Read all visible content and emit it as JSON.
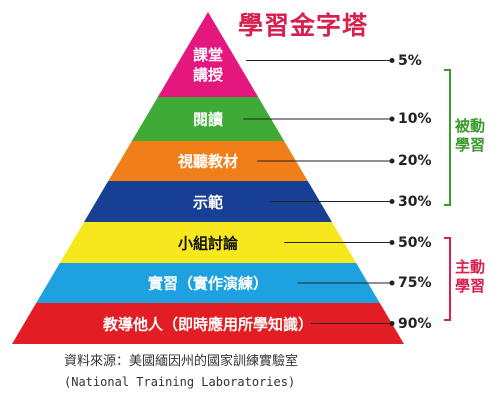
{
  "title": "學習金字塔",
  "layers": [
    {
      "label_lines": [
        "課堂",
        "講授"
      ],
      "percent": "5%",
      "color": "#e4177e",
      "text_style": "light"
    },
    {
      "label_lines": [
        "閱讀"
      ],
      "percent": "10%",
      "color": "#3faa35",
      "text_style": "light"
    },
    {
      "label_lines": [
        "視聽教材"
      ],
      "percent": "20%",
      "color": "#f07f1a",
      "text_style": "light"
    },
    {
      "label_lines": [
        "示範"
      ],
      "percent": "30%",
      "color": "#173f93",
      "text_style": "light"
    },
    {
      "label_lines": [
        "小組討論"
      ],
      "percent": "50%",
      "color": "#f7e81e",
      "text_style": "dark"
    },
    {
      "label_lines": [
        "實習（實作演練）"
      ],
      "percent": "75%",
      "color": "#1ea1e0",
      "text_style": "light"
    },
    {
      "label_lines": [
        "教導他人（即時應用所學知識）"
      ],
      "percent": "90%",
      "color": "#e21d24",
      "text_style": "light"
    }
  ],
  "groups": {
    "passive": {
      "label": "被動學習",
      "color": "#3a9a2a"
    },
    "active": {
      "label": "主動學習",
      "color": "#d6204e"
    }
  },
  "source": {
    "line1": "資料來源：美國緬因州的國家訓練實驗室",
    "line2": "(National Training Laboratories)"
  }
}
